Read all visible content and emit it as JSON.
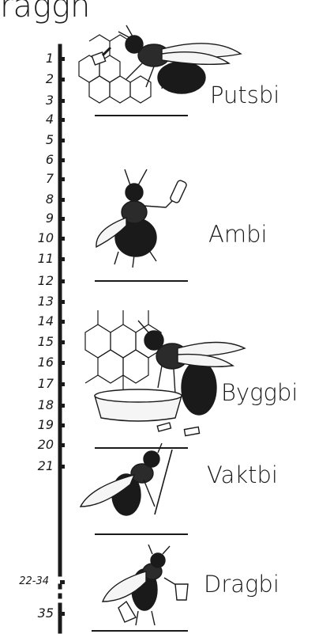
{
  "heading_fragment": "raggn",
  "days": [
    "1",
    "2",
    "3",
    "4",
    "5",
    "6",
    "7",
    "8",
    "9",
    "10",
    "11",
    "12",
    "13",
    "14",
    "15",
    "16",
    "17",
    "18",
    "19",
    "20",
    "21",
    "22-34",
    "35"
  ],
  "roles": [
    {
      "name": "Putsbi"
    },
    {
      "name": "Ambi"
    },
    {
      "name": "Byggbi"
    },
    {
      "name": "Vaktbi"
    },
    {
      "name": "Dragbi"
    }
  ],
  "ink_color": "#1a1a1a"
}
